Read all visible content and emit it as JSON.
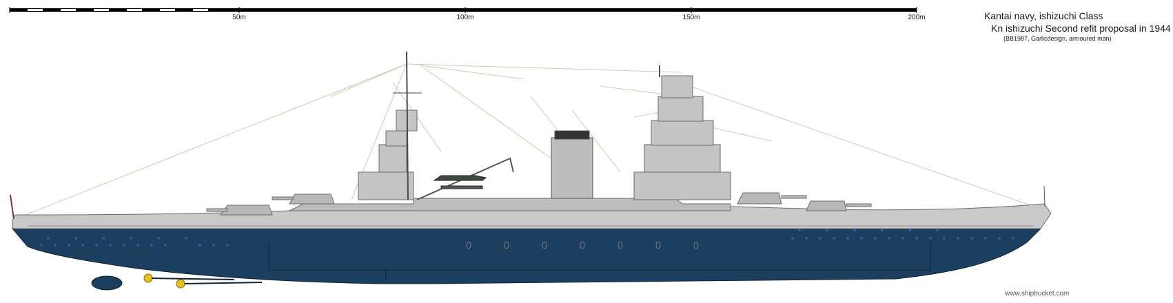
{
  "scale": {
    "ticks": [
      "50m",
      "100m",
      "150m",
      "200m"
    ]
  },
  "title": {
    "line1": "Kantai navy, ishizuchi Class",
    "line2": "Kn  ishizuchi   Second refit proposal in 1944",
    "line3": "(BB1987, Garlicdesign, armoured man)"
  },
  "watermark": "www.shipbucket.com",
  "colors": {
    "hull_upper": "#c9c9c9",
    "hull_lower": "#1c3f5f",
    "deck_grey": "#b8b8b8",
    "rigging": "#cfc9b0",
    "porthole": "#2b5aa0",
    "propeller": "#e8c21a"
  }
}
